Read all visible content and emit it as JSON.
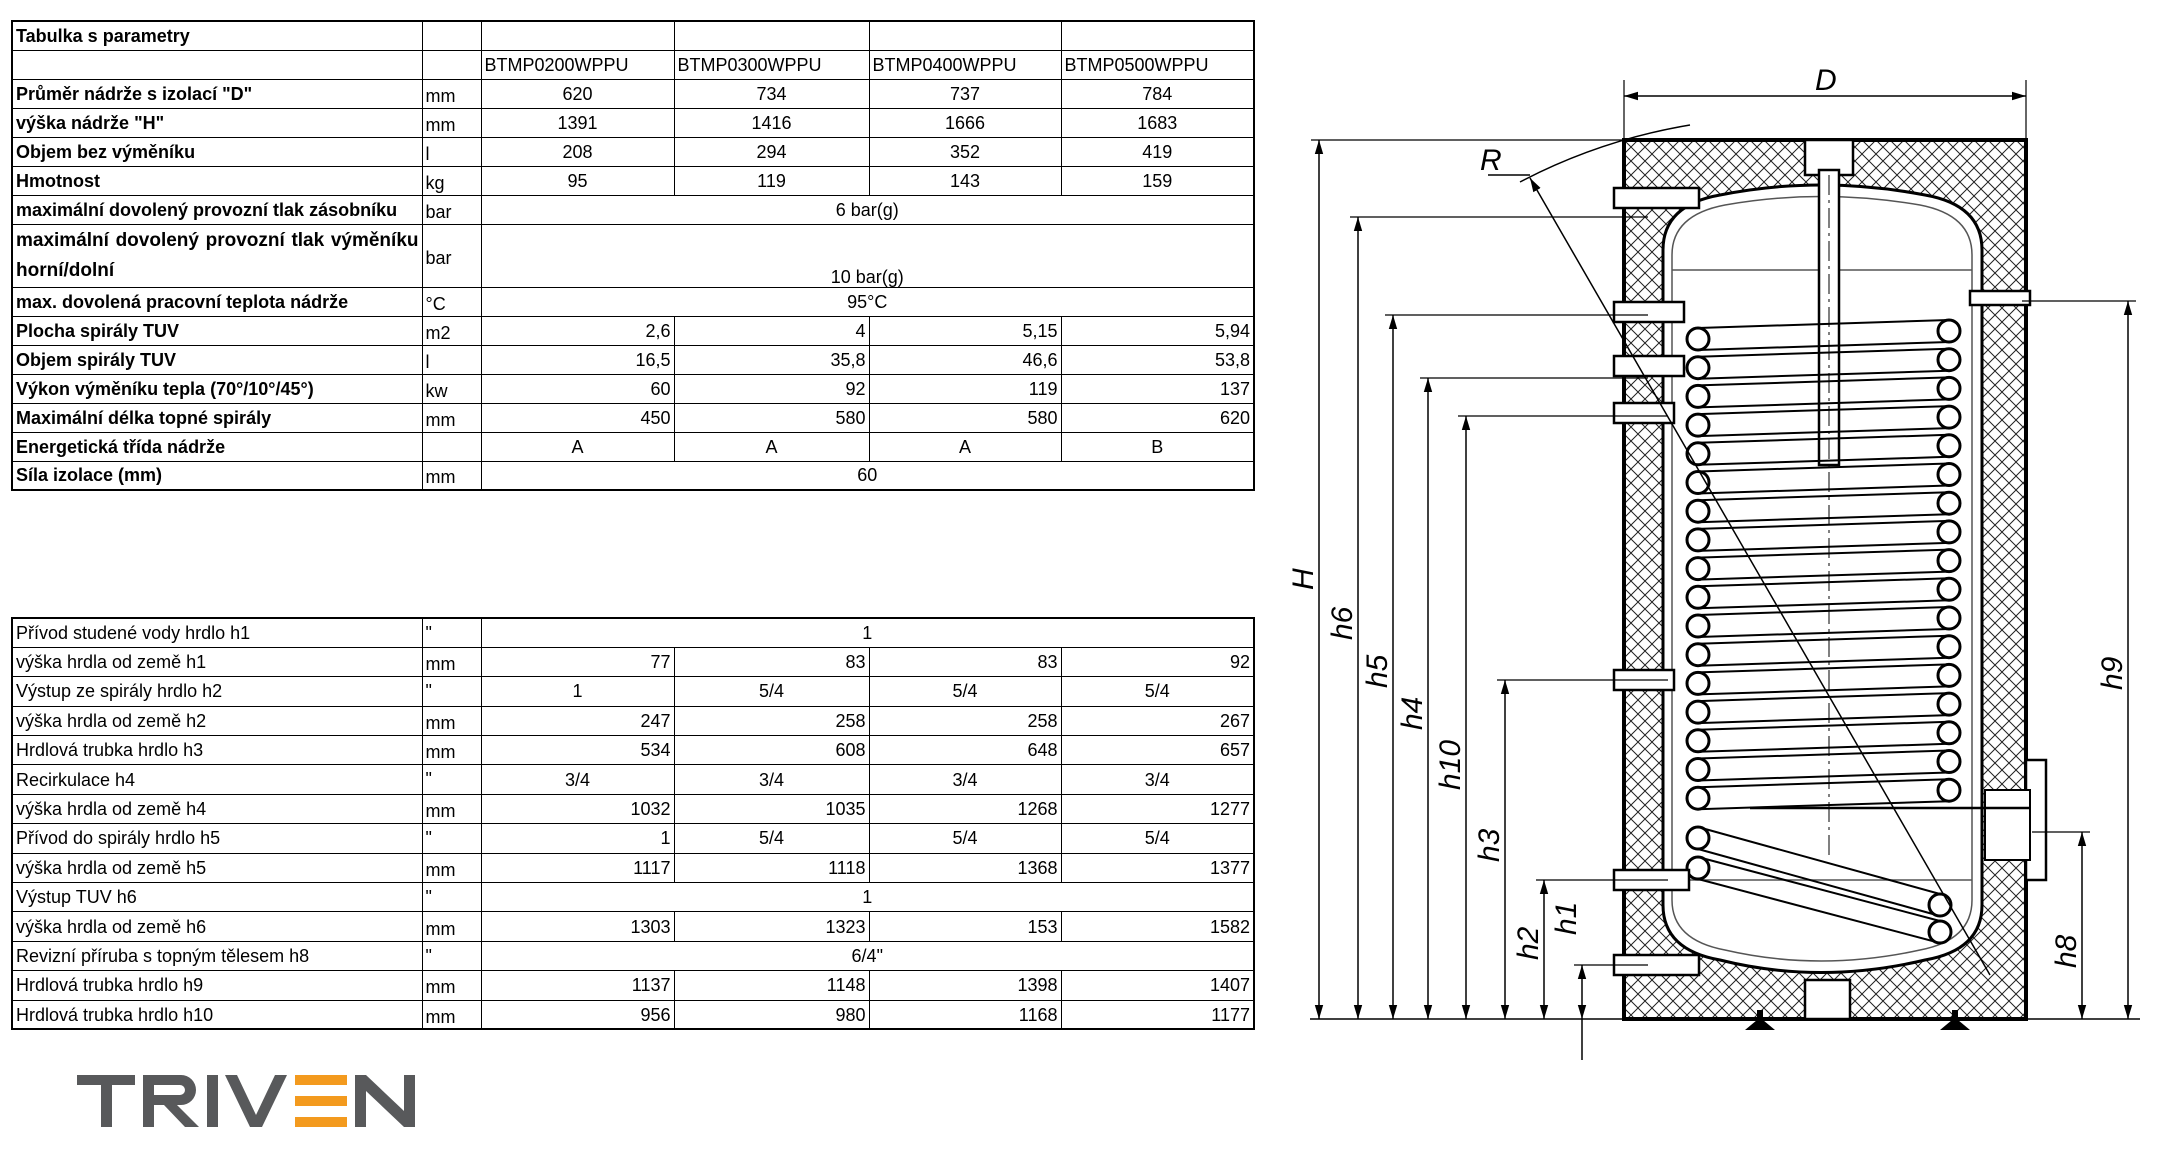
{
  "params_table": {
    "title": "Tabulka s parametry",
    "models": [
      "BTMP0200WPPU",
      "BTMP0300WPPU",
      "BTMP0400WPPU",
      "BTMP0500WPPU"
    ],
    "rows": [
      {
        "label": "Průměr nádrže s izolací \"D\"",
        "unit": "mm",
        "values": [
          "620",
          "734",
          "737",
          "784"
        ]
      },
      {
        "label": "výška nádrže \"H\"",
        "unit": "mm",
        "values": [
          "1391",
          "1416",
          "1666",
          "1683"
        ]
      },
      {
        "label": "Objem bez výměníku",
        "unit": "l",
        "values": [
          "208",
          "294",
          "352",
          "419"
        ]
      },
      {
        "label": "Hmotnost",
        "unit": "kg",
        "values": [
          "95",
          "119",
          "143",
          "159"
        ]
      },
      {
        "label": "maximální dovolený provozní tlak zásobníku",
        "unit": "bar",
        "merged": "6 bar(g)"
      },
      {
        "label": "maximální dovolený provozní tlak výměníku horní/dolní",
        "unit": "bar",
        "merged": "10 bar(g)"
      },
      {
        "label": "max. dovolená pracovní teplota nádrže",
        "unit": "°C",
        "merged": "95°C"
      },
      {
        "label": "Plocha spirály TUV",
        "unit": "m2",
        "values": [
          "2,6",
          "4",
          "5,15",
          "5,94"
        ]
      },
      {
        "label": "Objem spirály TUV",
        "unit": "l",
        "values": [
          "16,5",
          "35,8",
          "46,6",
          "53,8"
        ]
      },
      {
        "label": "Výkon výměníku tepla (70°/10°/45°)",
        "unit": "kw",
        "values": [
          "60",
          "92",
          "119",
          "137"
        ]
      },
      {
        "label": "Maximální délka topné spirály",
        "unit": "mm",
        "values": [
          "450",
          "580",
          "580",
          "620"
        ]
      },
      {
        "label": "Energetická třída nádrže",
        "unit": "",
        "values": [
          "A",
          "A",
          "A",
          "B"
        ]
      },
      {
        "label": "Síla izolace (mm)",
        "unit": "mm",
        "merged": "60"
      }
    ]
  },
  "connections_table": {
    "rows": [
      {
        "label": "Přívod  studené vody hrdlo h1",
        "unit": "\"",
        "merged": "1"
      },
      {
        "label": "výška hrdla od země h1",
        "unit": "mm",
        "values": [
          "77",
          "83",
          "83",
          "92"
        ]
      },
      {
        "label": "Výstup ze spirály hrdlo h2",
        "unit": "\"",
        "values": [
          "1",
          "5/4",
          "5/4",
          "5/4"
        ]
      },
      {
        "label": "výška hrdla od země h2",
        "unit": "mm",
        "values": [
          "247",
          "258",
          "258",
          "267"
        ]
      },
      {
        "label": "Hrdlová trubka hrdlo h3",
        "unit": "mm",
        "values": [
          "534",
          "608",
          "648",
          "657"
        ]
      },
      {
        "label": "Recirkulace h4",
        "unit": "\"",
        "values": [
          "3/4",
          "3/4",
          "3/4",
          "3/4"
        ]
      },
      {
        "label": "výška hrdla od země h4",
        "unit": "mm",
        "values": [
          "1032",
          "1035",
          "1268",
          "1277"
        ]
      },
      {
        "label": "Přívod do spirály hrdlo h5",
        "unit": "\"",
        "values": [
          "1",
          "5/4",
          "5/4",
          "5/4"
        ]
      },
      {
        "label": "výška hrdla od země h5",
        "unit": "mm",
        "values": [
          "1117",
          "1118",
          "1368",
          "1377"
        ]
      },
      {
        "label": "Výstup TUV h6",
        "unit": "\"",
        "merged": "1"
      },
      {
        "label": "výška hrdla od země h6",
        "unit": "mm",
        "values": [
          "1303",
          "1323",
          "153",
          "1582"
        ]
      },
      {
        "label": "Revizní příruba s topným tělesem h8",
        "unit": "\"",
        "merged": "6/4\""
      },
      {
        "label": "Hrdlová trubka hrdlo h9",
        "unit": "mm",
        "values": [
          "1137",
          "1148",
          "1398",
          "1407"
        ]
      },
      {
        "label": "Hrdlová trubka hrdlo h10",
        "unit": "mm",
        "values": [
          "956",
          "980",
          "1168",
          "1177"
        ]
      }
    ]
  },
  "logo": {
    "text": "TRIVEN",
    "dark_color": "#58595b",
    "accent_color": "#f39a1e"
  },
  "drawing": {
    "labels": {
      "D": "D",
      "R": "R",
      "H": "H",
      "h1": "h1",
      "h2": "h2",
      "h3": "h3",
      "h4": "h4",
      "h5": "h5",
      "h6": "h6",
      "h8": "h8",
      "h9": "h9",
      "h10": "h10"
    }
  }
}
